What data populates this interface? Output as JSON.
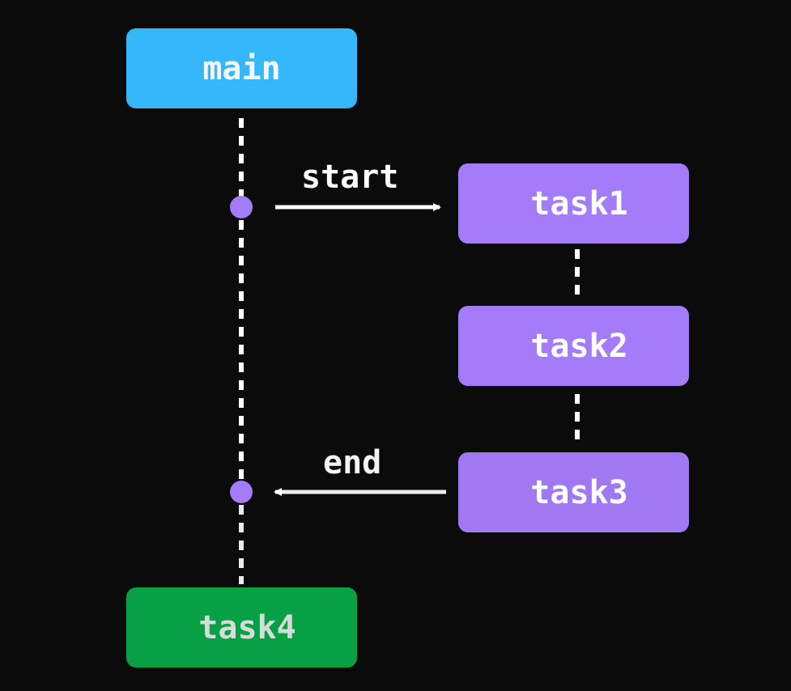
{
  "diagram": {
    "nodes": {
      "main": {
        "label": "main",
        "color": "#35b8fb"
      },
      "task1": {
        "label": "task1",
        "color": "#a47cfa"
      },
      "task2": {
        "label": "task2",
        "color": "#a47cfa"
      },
      "task3": {
        "label": "task3",
        "color": "#9f78f2"
      },
      "task4": {
        "label": "task4",
        "color": "#08a044"
      }
    },
    "edges": {
      "start": {
        "label": "start",
        "from": "main",
        "to": "task1"
      },
      "end": {
        "label": "end",
        "from": "task3",
        "to": "main"
      }
    },
    "dot_color": "#a47cfa",
    "line_color": "#ffffff",
    "background": "#0b0b0b"
  }
}
